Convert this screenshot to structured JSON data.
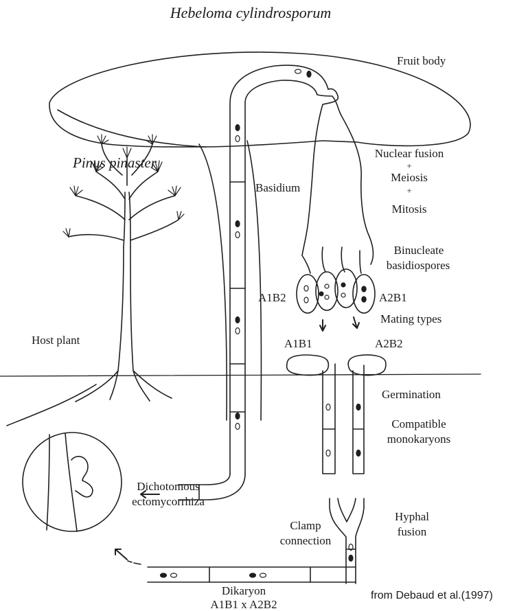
{
  "title": "Hebeloma cylindrosporum",
  "labels": {
    "fruit_body": "Fruit body",
    "pinus": "Pinus pinaster",
    "basidium": "Basidium",
    "nuclear_fusion": "Nuclear fusion",
    "plus1": "+",
    "meiosis": "Meiosis",
    "plus2": "+",
    "mitosis": "Mitosis",
    "binucleate_1": "Binucleate",
    "binucleate_2": "basidiospores",
    "a1b2": "A1B2",
    "a2b1": "A2B1",
    "mating_types": "Mating types",
    "host_plant": "Host plant",
    "a1b1": "A1B1",
    "a2b2": "A2B2",
    "germination": "Germination",
    "compatible_1": "Compatible",
    "compatible_2": "monokaryons",
    "dichotomous_1": "Dichotomous",
    "dichotomous_2": "ectomycorrhiza",
    "hyphal_1": "Hyphal",
    "hyphal_2": "fusion",
    "clamp_1": "Clamp",
    "clamp_2": "connection",
    "dikaryon_1": "Dikaryon",
    "dikaryon_2": "A1B1 x A2B2"
  },
  "citation": "from Debaud et al.(1997)"
}
